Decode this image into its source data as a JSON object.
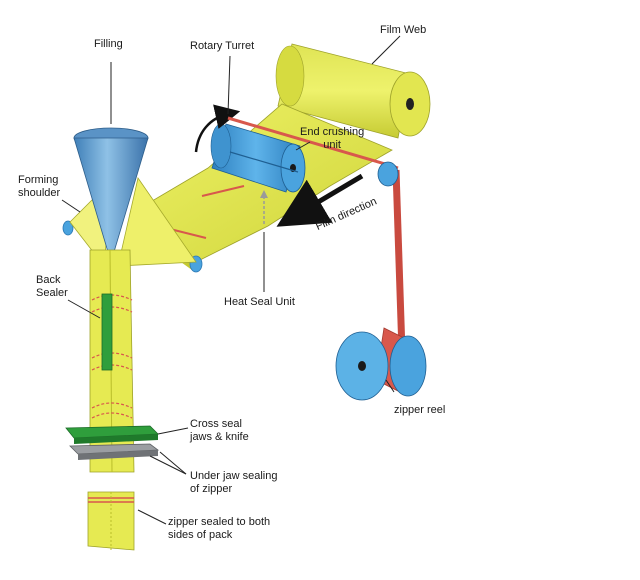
{
  "labels": {
    "filling": "Filling",
    "rotary_turret": "Rotary Turret",
    "film_web": "Film Web",
    "end_crushing": [
      "End crushing",
      "unit"
    ],
    "forming_shoulder": [
      "Forming",
      "shoulder"
    ],
    "film_direction": "Film direction",
    "heat_seal_unit": "Heat Seal Unit",
    "back_sealer": [
      "Back",
      "Sealer"
    ],
    "zipper_reel": "zipper reel",
    "cross_seal": [
      "Cross seal",
      "jaws & knife"
    ],
    "under_jaw": [
      "Under jaw sealing",
      "of zipper"
    ],
    "zipper_sealed": [
      "zipper sealed to both",
      "sides of pack"
    ]
  },
  "colors": {
    "film": "#e3e84a",
    "film_dark": "#b9bd2a",
    "drum_blue": "#4aa3de",
    "drum_blue_dark": "#2b78b4",
    "zipper_red": "#d8584c",
    "seal_green": "#2f9e3c",
    "jaw_gray": "#8c8f93"
  }
}
